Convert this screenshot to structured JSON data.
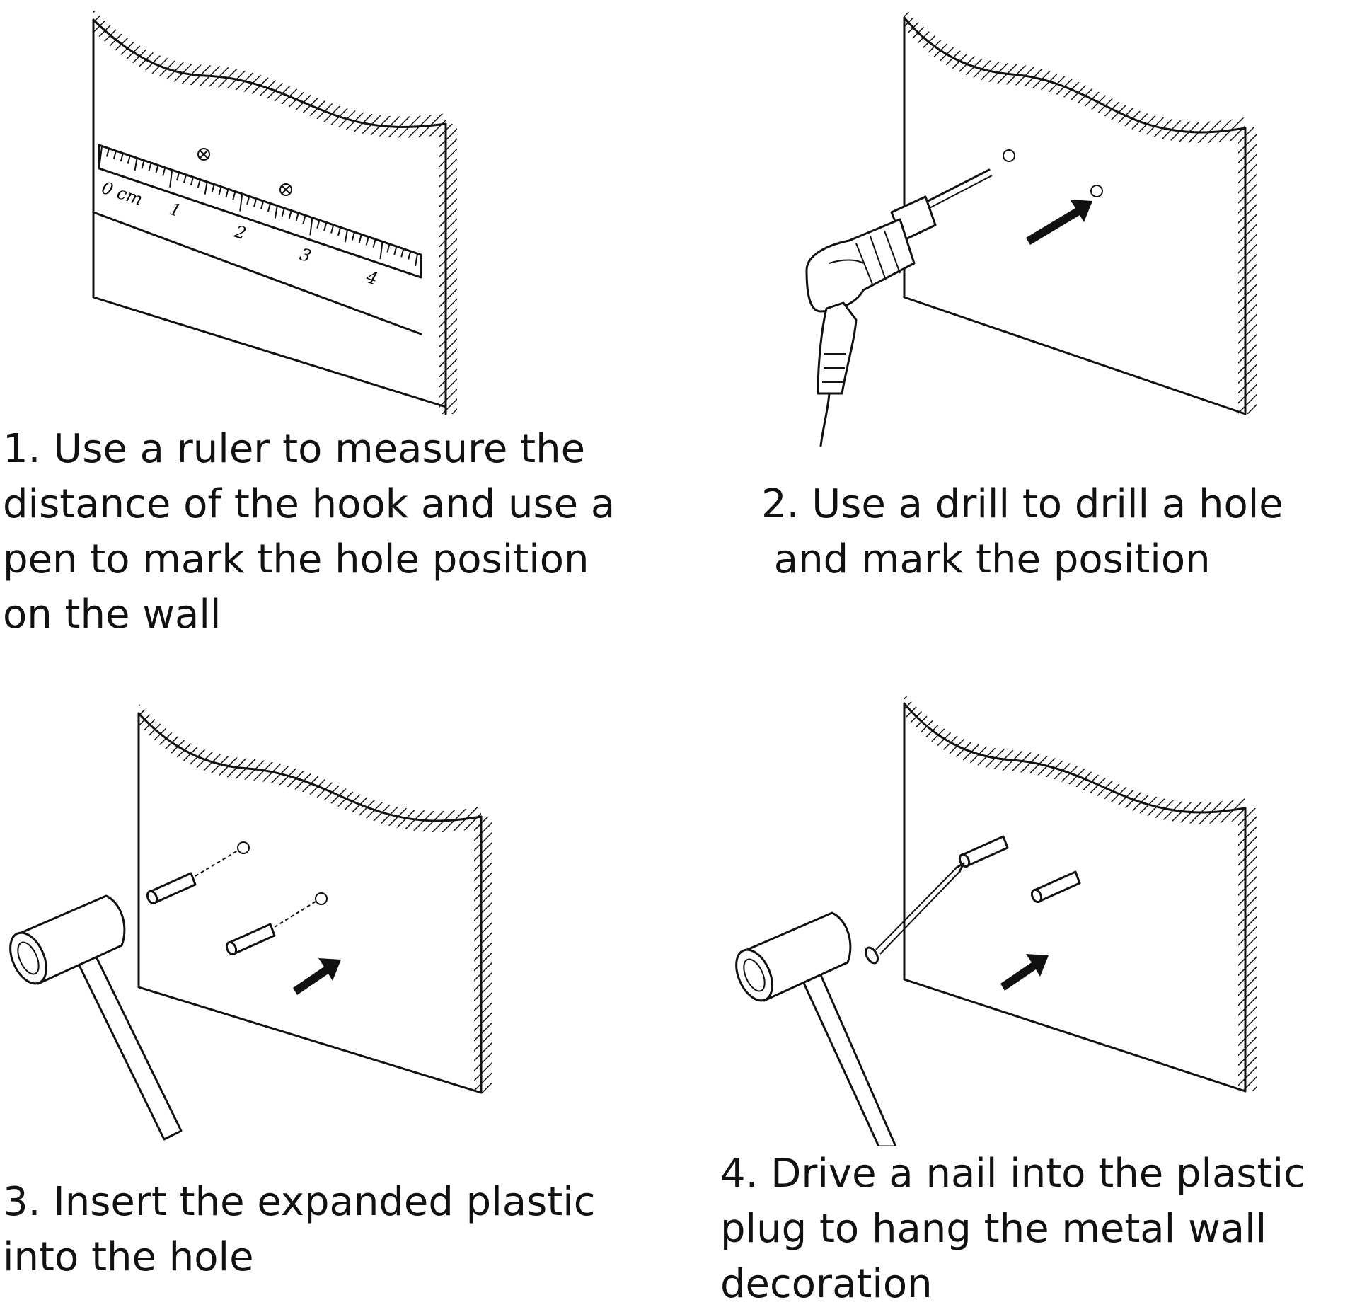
{
  "steps": [
    {
      "number": "1.",
      "lines": [
        "1. Use a ruler to measure the",
        "distance of the hook and use a",
        "pen to mark the hole position",
        "on the wall"
      ]
    },
    {
      "number": "2.",
      "lines": [
        "2. Use a drill to drill a hole",
        " and mark the position"
      ]
    },
    {
      "number": "3.",
      "lines": [
        "3. Insert the expanded plastic",
        "into the hole"
      ]
    },
    {
      "number": "4.",
      "lines": [
        "4. Drive a nail into the plastic",
        "plug to hang the metal wall",
        "decoration"
      ]
    }
  ],
  "ruler": {
    "unit_label": "0 cm",
    "tick_labels": [
      "1",
      "2",
      "3",
      "4"
    ]
  },
  "icons": {
    "step1": [
      "wall-icon",
      "ruler-icon",
      "marked-hole-icon"
    ],
    "step2": [
      "wall-icon",
      "drill-icon",
      "drilled-hole-icon",
      "arrow-icon"
    ],
    "step3": [
      "wall-icon",
      "hammer-icon",
      "plastic-plug-icon",
      "arrow-icon"
    ],
    "step4": [
      "wall-icon",
      "hammer-icon",
      "nail-icon",
      "plastic-plug-icon",
      "arrow-icon"
    ]
  },
  "colors": {
    "ink": "#111111",
    "background": "#ffffff"
  }
}
